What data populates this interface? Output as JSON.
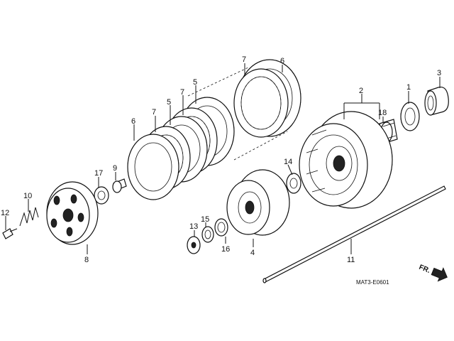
{
  "diagram_code": "MAT3-E0601",
  "direction_label": "FR.",
  "callouts": [
    {
      "id": "c1",
      "text": "1"
    },
    {
      "id": "c2",
      "text": "2"
    },
    {
      "id": "c3",
      "text": "3"
    },
    {
      "id": "c4",
      "text": "4"
    },
    {
      "id": "c5a",
      "text": "5"
    },
    {
      "id": "c5b",
      "text": "5"
    },
    {
      "id": "c6a",
      "text": "6"
    },
    {
      "id": "c6b",
      "text": "6"
    },
    {
      "id": "c7a",
      "text": "7"
    },
    {
      "id": "c7b",
      "text": "7"
    },
    {
      "id": "c7c",
      "text": "7"
    },
    {
      "id": "c8",
      "text": "8"
    },
    {
      "id": "c9",
      "text": "9"
    },
    {
      "id": "c10",
      "text": "10"
    },
    {
      "id": "c11",
      "text": "11"
    },
    {
      "id": "c12",
      "text": "12"
    },
    {
      "id": "c13",
      "text": "13"
    },
    {
      "id": "c14",
      "text": "14"
    },
    {
      "id": "c15",
      "text": "15"
    },
    {
      "id": "c16",
      "text": "16"
    },
    {
      "id": "c17",
      "text": "17"
    },
    {
      "id": "c18",
      "text": "18"
    }
  ]
}
